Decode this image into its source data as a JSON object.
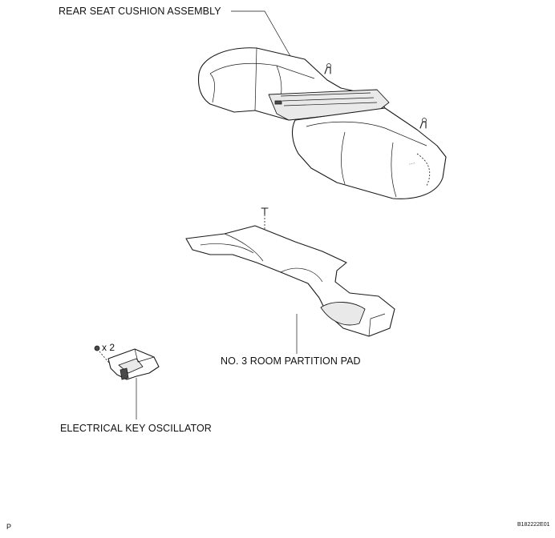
{
  "labels": {
    "rear_seat": "REAR SEAT CUSHION ASSEMBLY",
    "partition_pad": "NO. 3 ROOM PARTITION PAD",
    "key_oscillator": "ELECTRICAL KEY OSCILLATOR",
    "screw_qty": "x 2",
    "corner_mark": "P",
    "drawing_id": "B182222E01"
  }
}
